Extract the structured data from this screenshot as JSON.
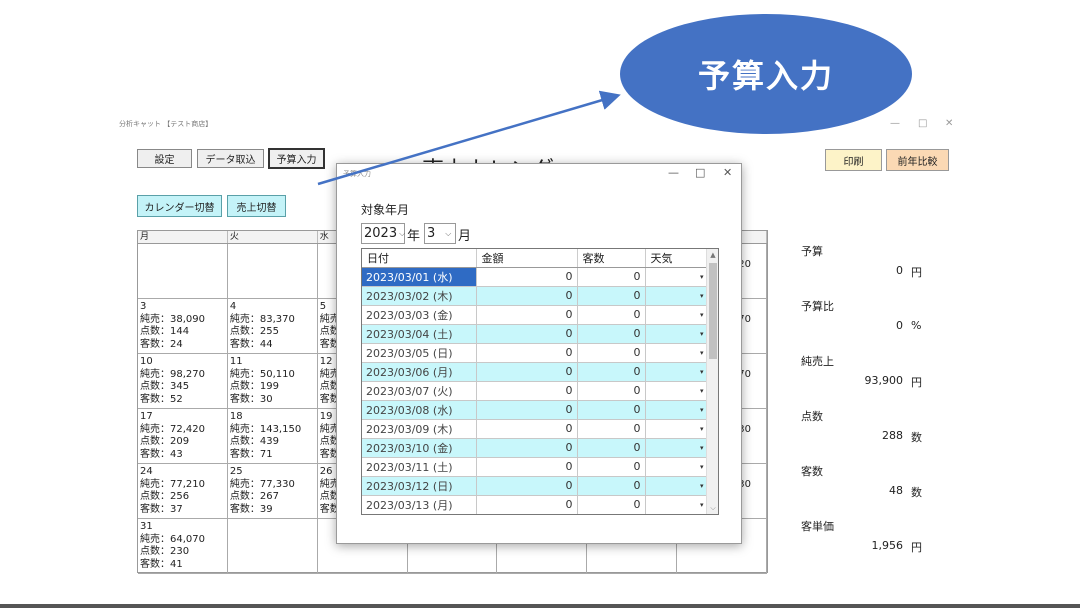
{
  "callout": {
    "label": "予算入力"
  },
  "app": {
    "title": "分析キャット 【テスト商店】",
    "window_controls": [
      "—",
      "□",
      "✕"
    ]
  },
  "toolbar": {
    "settings": "設定",
    "data_import": "データ取込",
    "budget_input": "予算入力",
    "calendar_toggle": "カレンダー切替",
    "sales_toggle": "売上切替",
    "print": "印刷",
    "year_compare": "前年比較"
  },
  "page_title": "売上カレンダー",
  "calendar": {
    "weekdays": [
      "月",
      "火",
      "水",
      "",
      "",
      "",
      ""
    ],
    "cells": [
      [
        [],
        [],
        [],
        [],
        [],
        [],
        [
          "20"
        ]
      ],
      [
        [
          "3",
          "純売：38,090",
          "点数：144",
          "客数：24"
        ],
        [
          "4",
          "純売：83,370",
          "点数：255",
          "客数：44"
        ],
        [
          "5",
          "純売",
          "点数",
          "客数"
        ],
        [],
        [],
        [],
        [
          "70"
        ]
      ],
      [
        [
          "10",
          "純売：98,270",
          "点数：345",
          "客数：52"
        ],
        [
          "11",
          "純売：50,110",
          "点数：199",
          "客数：30"
        ],
        [
          "12",
          "純売",
          "点数",
          "客数"
        ],
        [],
        [],
        [],
        [
          "70"
        ]
      ],
      [
        [
          "17",
          "純売：72,420",
          "点数：209",
          "客数：43"
        ],
        [
          "18",
          "純売：143,150",
          "点数：439",
          "客数：71"
        ],
        [
          "19",
          "純売",
          "点数",
          "客数"
        ],
        [],
        [],
        [],
        [
          "30"
        ]
      ],
      [
        [
          "24",
          "純売：77,210",
          "点数：256",
          "客数：37"
        ],
        [
          "25",
          "純売：77,330",
          "点数：267",
          "客数：39"
        ],
        [
          "26",
          "純売",
          "点数",
          "客数"
        ],
        [],
        [],
        [],
        [
          "30"
        ]
      ],
      [
        [
          "31",
          "純売：64,070",
          "点数：230",
          "客数：41"
        ],
        [],
        [],
        [],
        [],
        [],
        []
      ]
    ]
  },
  "summary": [
    {
      "label": "予算",
      "value": "0",
      "unit": "円"
    },
    {
      "label": "予算比",
      "value": "0",
      "unit": "%"
    },
    {
      "label": "純売上",
      "value": "93,900",
      "unit": "円"
    },
    {
      "label": "点数",
      "value": "288",
      "unit": "数"
    },
    {
      "label": "客数",
      "value": "48",
      "unit": "数"
    },
    {
      "label": "客単価",
      "value": "1,956",
      "unit": "円"
    }
  ],
  "dialog": {
    "title": "予算入力",
    "controls": [
      "—",
      "□",
      "✕"
    ],
    "target_label": "対象年月",
    "year_value": "2023",
    "year_suffix": "年",
    "month_value": "3",
    "month_suffix": "月",
    "columns": [
      "日付",
      "金額",
      "客数",
      "天気"
    ],
    "rows": [
      [
        "2023/03/01 (水)",
        "0",
        "0"
      ],
      [
        "2023/03/02 (木)",
        "0",
        "0"
      ],
      [
        "2023/03/03 (金)",
        "0",
        "0"
      ],
      [
        "2023/03/04 (土)",
        "0",
        "0"
      ],
      [
        "2023/03/05 (日)",
        "0",
        "0"
      ],
      [
        "2023/03/06 (月)",
        "0",
        "0"
      ],
      [
        "2023/03/07 (火)",
        "0",
        "0"
      ],
      [
        "2023/03/08 (水)",
        "0",
        "0"
      ],
      [
        "2023/03/09 (木)",
        "0",
        "0"
      ],
      [
        "2023/03/10 (金)",
        "0",
        "0"
      ],
      [
        "2023/03/11 (土)",
        "0",
        "0"
      ],
      [
        "2023/03/12 (日)",
        "0",
        "0"
      ],
      [
        "2023/03/13 (月)",
        "0",
        "0"
      ]
    ]
  }
}
